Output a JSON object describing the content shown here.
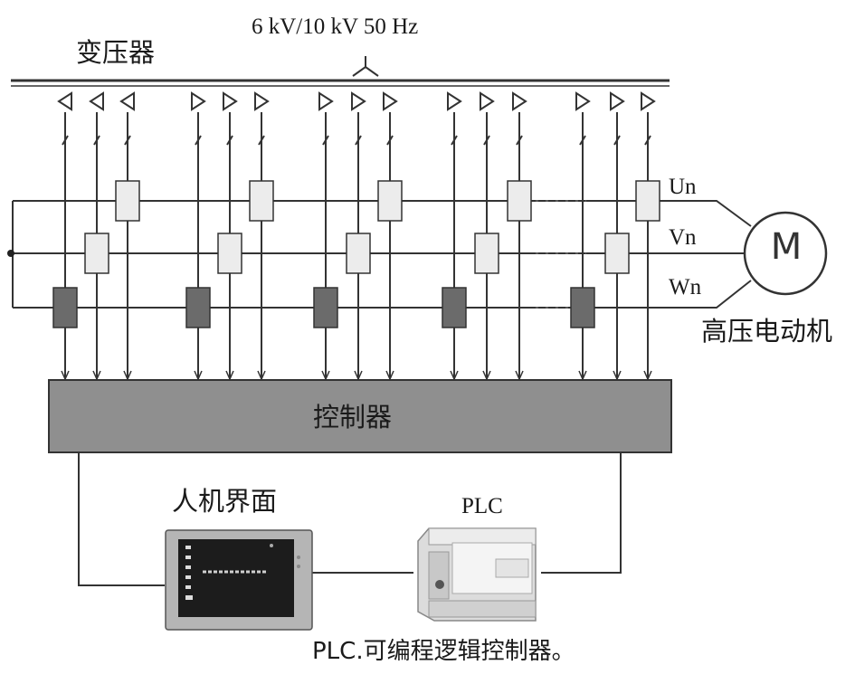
{
  "supply_label": "6 kV/10 kV 50 Hz",
  "transformer_label": "变压器",
  "phases": {
    "u": "Un",
    "v": "Vn",
    "w": "Wn"
  },
  "motor": {
    "symbol": "M",
    "label": "高压电动机"
  },
  "controller_label": "控制器",
  "hmi_label": "人机界面",
  "plc_label": "PLC",
  "caption": "PLC.可编程逻辑控制器。",
  "colors": {
    "line": "#333333",
    "controller_fill": "#8f8f8f",
    "cell_light": "#ececec",
    "cell_dark": "#6b6b6b"
  }
}
